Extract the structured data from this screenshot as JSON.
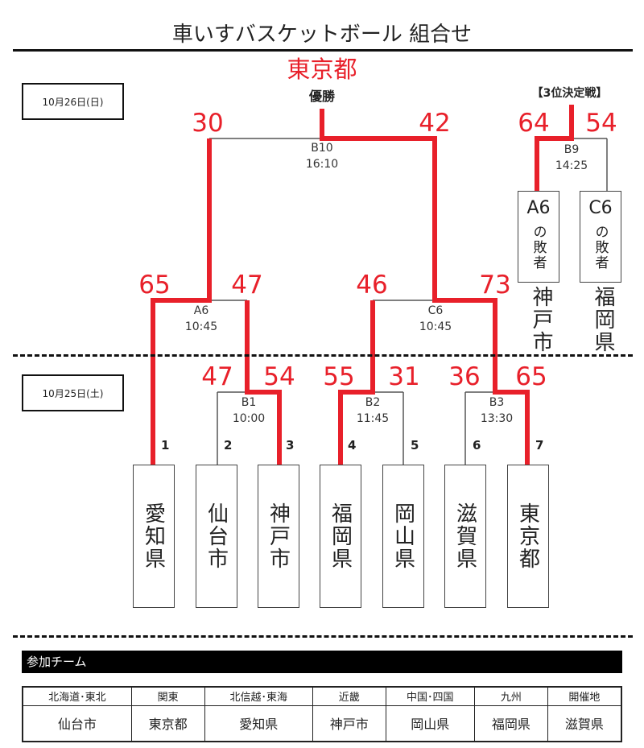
{
  "title": "車いすバスケットボール 組合せ",
  "day2_label": "10月26日(日)",
  "day1_label": "10月25日(土)",
  "champion": "東京都",
  "champion_label": "優勝",
  "third_place_label": "【3位決定戦】",
  "matches": {
    "b10": {
      "id": "B10",
      "time": "16:10",
      "score_left": "30",
      "score_right": "42"
    },
    "b9": {
      "id": "B9",
      "time": "14:25",
      "score_left": "64",
      "score_right": "54"
    },
    "a6": {
      "id": "A6",
      "time": "10:45",
      "score_left": "65",
      "score_right": "47"
    },
    "c6": {
      "id": "C6",
      "time": "10:45",
      "score_left": "46",
      "score_right": "73"
    },
    "b1": {
      "id": "B1",
      "time": "10:00",
      "score_left": "47",
      "score_right": "54"
    },
    "b2": {
      "id": "B2",
      "time": "11:45",
      "score_left": "55",
      "score_right": "31"
    },
    "b3": {
      "id": "B3",
      "time": "13:30",
      "score_left": "36",
      "score_right": "65"
    }
  },
  "loser_boxes": [
    {
      "code": "A6",
      "text": "の敗者",
      "team": "神戸市"
    },
    {
      "code": "C6",
      "text": "の敗者",
      "team": "福岡県"
    }
  ],
  "teams": [
    {
      "seed": "1",
      "name": "愛知県"
    },
    {
      "seed": "2",
      "name": "仙台市"
    },
    {
      "seed": "3",
      "name": "神戸市"
    },
    {
      "seed": "4",
      "name": "福岡県"
    },
    {
      "seed": "5",
      "name": "岡山県"
    },
    {
      "seed": "6",
      "name": "滋賀県"
    },
    {
      "seed": "7",
      "name": "東京都"
    }
  ],
  "participants": {
    "heading": "参加チーム",
    "regions": [
      "北海道･東北",
      "関東",
      "北信越･東海",
      "近畿",
      "中国･四国",
      "九州",
      "開催地"
    ],
    "teams": [
      "仙台市",
      "東京都",
      "愛知県",
      "神戸市",
      "岡山県",
      "福岡県",
      "滋賀県"
    ]
  },
  "colors": {
    "winner_line": "#e8202a",
    "line": "#555555"
  }
}
